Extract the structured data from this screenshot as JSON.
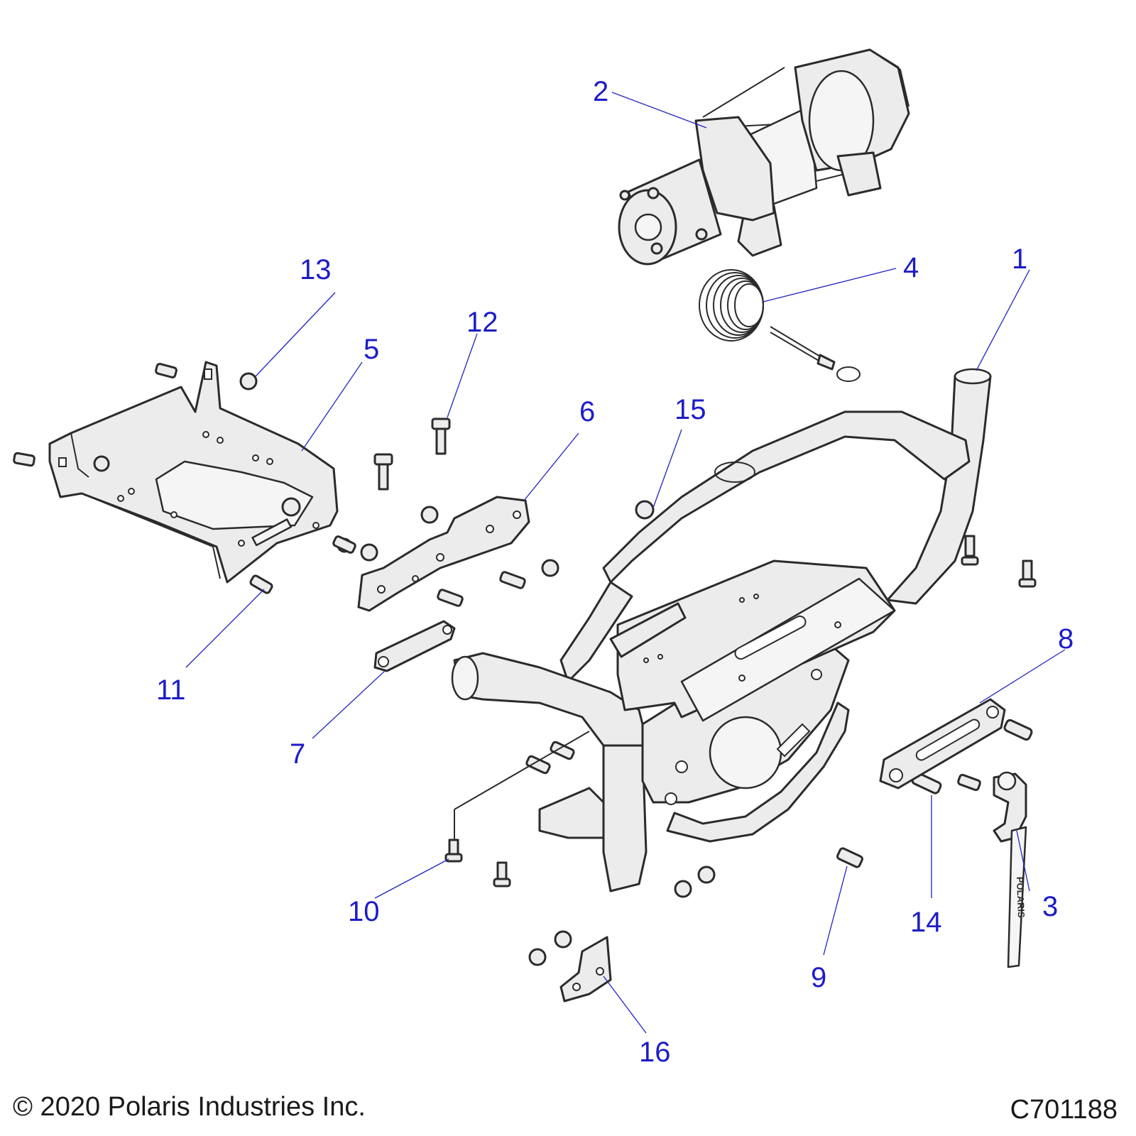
{
  "copyright": "© 2020 Polaris Industries Inc.",
  "drawing_number": "C701188",
  "strap_text": "POLARIS",
  "colors": {
    "callout": "#1c1cc8",
    "leader": "#2323c0",
    "part_fill": "#ececec",
    "outline": "#2b2b2b"
  },
  "callouts": [
    "1",
    "2",
    "3",
    "4",
    "5",
    "6",
    "7",
    "8",
    "9",
    "10",
    "11",
    "12",
    "13",
    "14",
    "15",
    "16"
  ]
}
